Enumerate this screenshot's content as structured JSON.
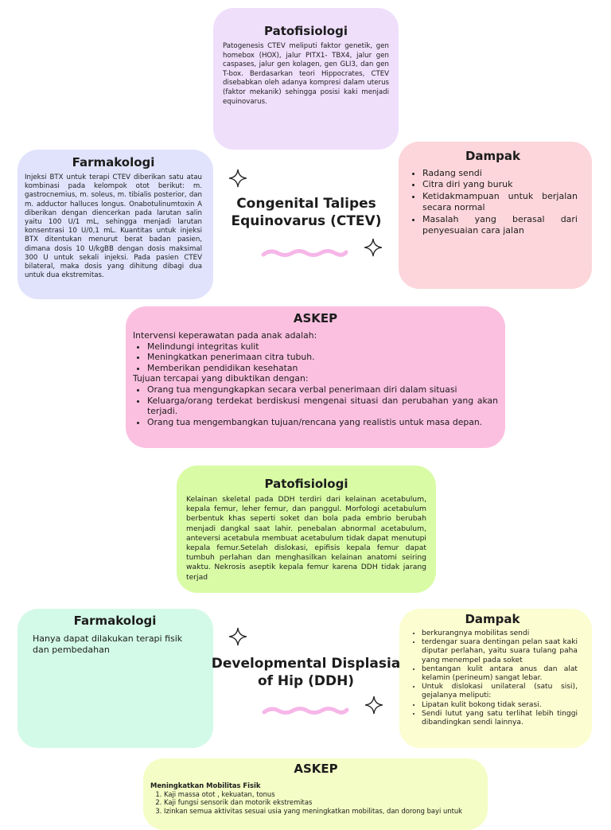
{
  "ctev": {
    "title": "Congenital Talipes Equinovarus (CTEV)",
    "patofisiologi": {
      "title": "Patofisiologi",
      "text": "Patogenesis CTEV meliputi faktor genetik, gen homebox (HOX), jalur PITX1- TBX4, jalur gen caspases, jalur gen kolagen, gen GLI3, dan gen T-box. Berdasarkan teori Hippocrates, CTEV disebabkan oleh adanya kompresi dalam uterus (faktor mekanik) sehingga posisi kaki menjadi equinovarus."
    },
    "farmakologi": {
      "title": "Farmakologi",
      "text": "Injeksi BTX untuk terapi CTEV diberikan satu atau kombinasi pada kelompok otot berikut: m. gastrocnemius, m. soleus, m. tibialis posterior, dan m. adductor halluces longus. Onabotulinumtoxin A diberikan dengan diencerkan pada larutan salin yaitu 100 U/1 mL, sehingga menjadi larutan konsentrasi 10 U/0,1 mL. Kuantitas untuk injeksi BTX ditentukan menurut berat badan pasien, dimana dosis 10 U/kgBB dengan dosis maksimal 300 U untuk sekali injeksi. Pada pasien CTEV bilateral, maka dosis yang dihitung dibagi dua untuk dua ekstremitas."
    },
    "dampak": {
      "title": "Dampak",
      "items": [
        "Radang sendi",
        "Citra diri yang buruk",
        "Ketidakmampuan untuk berjalan secara normal",
        "Masalah yang berasal dari penyesuaian cara jalan"
      ]
    },
    "askep": {
      "title": "ASKEP",
      "intro1": "Intervensi keperawatan pada anak adalah:",
      "list1": [
        "Melindungi integritas kulit",
        "Meningkatkan penerimaan citra tubuh.",
        "Memberikan pendidikan kesehatan"
      ],
      "intro2": "Tujuan tercapai yang dibuktikan dengan:",
      "list2": [
        "Orang tua mengungkapkan secara verbal penerimaan diri dalam situasi",
        "Keluarga/orang terdekat berdiskusi mengenai situasi dan perubahan yang akan terjadi.",
        "Orang tua mengembangkan tujuan/rencana yang realistis untuk masa depan."
      ]
    }
  },
  "ddh": {
    "title": "Developmental Displasia of Hip (DDH)",
    "patofisiologi": {
      "title": "Patofisiologi",
      "text": "Kelainan skeletal pada DDH terdiri dari kelainan acetabulum, kepala femur, leher femur, dan panggul. Morfologi acetabulum berbentuk khas seperti soket dan bola pada embrio berubah menjadi dangkal saat lahir. penebalan abnormal acetabulum, anteversi acetabula membuat acetabulum tidak dapat menutupi kepala femur.Setelah dislokasi, epifisis kepala femur dapat tumbuh perlahan dan menghasilkan kelainan anatomi seiring waktu. Nekrosis aseptik kepala femur karena DDH tidak jarang terjad"
    },
    "farmakologi": {
      "title": "Farmakologi",
      "text": "Hanya dapat dilakukan terapi fisik dan pembedahan"
    },
    "dampak": {
      "title": "Dampak",
      "items": [
        "berkurangnya mobilitas sendi",
        "terdengar suara dentingan pelan saat kaki diputar perlahan, yaitu suara tulang paha yang menempel pada soket",
        "bentangan kulit antara anus dan alat kelamin (perineum) sangat lebar.",
        "Untuk dislokasi unilateral (satu sisi), gejalanya meliputi:",
        "Lipatan kulit bokong tidak serasi.",
        "Sendi lutut yang satu terlihat lebih tinggi dibandingkan sendi lainnya."
      ]
    },
    "askep": {
      "title": "ASKEP",
      "subtitle": "Meningkatkan Mobilitas Fisik",
      "items": [
        "Kaji massa otot , kekuatan, tonus",
        "Kaji fungsi sensorik dan motorik ekstremitas",
        "Izinkan semua aktivitas sesuai usia yang meningkatkan mobilitas, dan dorong bayi untuk"
      ]
    }
  },
  "decor": {
    "star_icon": "four-point-sparkle-icon",
    "wave_icon": "wave-squiggle-icon",
    "wave_color": "#f6b6e8"
  }
}
